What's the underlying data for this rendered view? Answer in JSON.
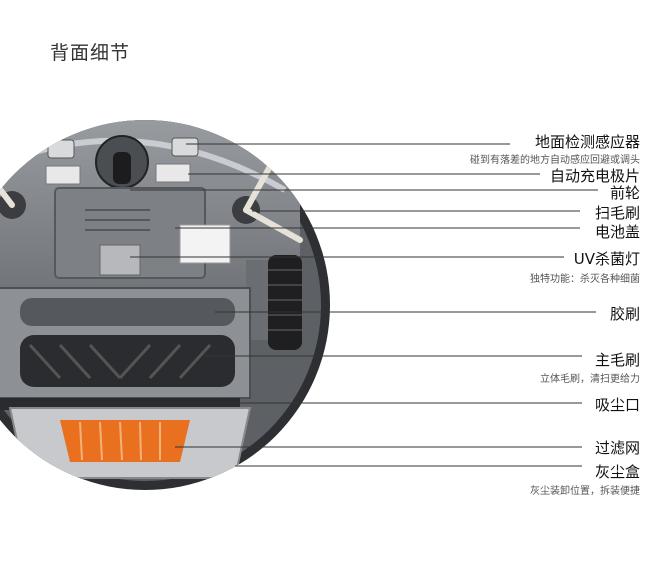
{
  "header": {
    "title": "背面细节"
  },
  "callouts": [
    {
      "label": "地面检测感应器",
      "sub": "碰到有落差的地方自动感应回避或调头"
    },
    {
      "label": "自动充电极片",
      "sub": ""
    },
    {
      "label": "前轮",
      "sub": ""
    },
    {
      "label": "扫毛刷",
      "sub": ""
    },
    {
      "label": "电池盖",
      "sub": ""
    },
    {
      "label": "UV杀菌灯",
      "sub": "独特功能：杀灭各种细菌"
    },
    {
      "label": "胶刷",
      "sub": ""
    },
    {
      "label": "主毛刷",
      "sub": "立体毛刷，清扫更给力"
    },
    {
      "label": "吸尘口",
      "sub": ""
    },
    {
      "label": "过滤网",
      "sub": ""
    },
    {
      "label": "灰尘盒",
      "sub": "灰尘装卸位置，拆装便捷"
    }
  ],
  "colors": {
    "body_dark": "#2e2f33",
    "panel_grey": "#8a8d92",
    "filter_orange": "#e8701f",
    "leader_line": "#333333"
  }
}
